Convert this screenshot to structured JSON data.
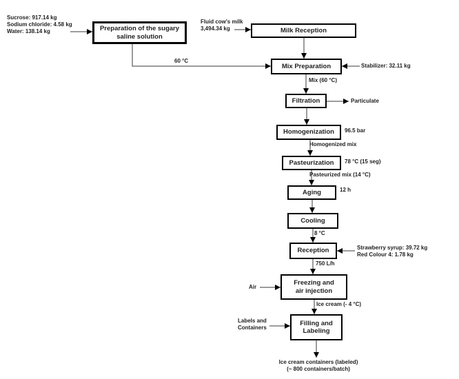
{
  "colors": {
    "box_border": "#000000",
    "connector_line": "#3a3a3a",
    "arrowhead": "#000000",
    "text": "#1f1f1f",
    "background": "#ffffff"
  },
  "boxes": {
    "preparation": "Preparation of the sugary\nsaline solution",
    "milk_reception": "Milk Reception",
    "mix_preparation": "Mix Preparation",
    "filtration": "Filtration",
    "homogenization": "Homogenization",
    "pasteurization": "Pasteurization",
    "aging": "Aging",
    "cooling": "Cooling",
    "reception": "Reception",
    "freezing": "Freezing and\nair injection",
    "filling": "Filling and\nLabeling"
  },
  "inputs": {
    "sugary_ingredients": "Sucrose: 917.14 kg\nSodium chloride: 4.58 kg\nWater: 138.14 kg",
    "fluid_milk": "Fluid cow's milk\n3,494.34 kg",
    "stabilizer": "Stabilizer: 32.11 kg",
    "strawberry_colour": "Strawberry syrup: 39.72 kg\nRed Colour 4: 1.78 kg",
    "air": "Air",
    "labels_containers": "Labels and\nContainers"
  },
  "flow_labels": {
    "temp_60": "60 °C",
    "mix_60": "Mix (60 °C)",
    "particulate": "Particulate",
    "pressure": "96.5 bar",
    "homogenized_mix": "Homogenized mix",
    "pasteurization_temp": "78 °C (15 seg)",
    "pasteurized_mix": "Pasteurized mix (14 °C)",
    "aging_time": "12 h",
    "cooling_temp": "8 °C",
    "flow_rate": "750 L/h",
    "ice_cream": "Ice cream (- 4 °C)",
    "final_output": "Ice cream containers (labeled)\n(~ 800 containers/batch)"
  }
}
